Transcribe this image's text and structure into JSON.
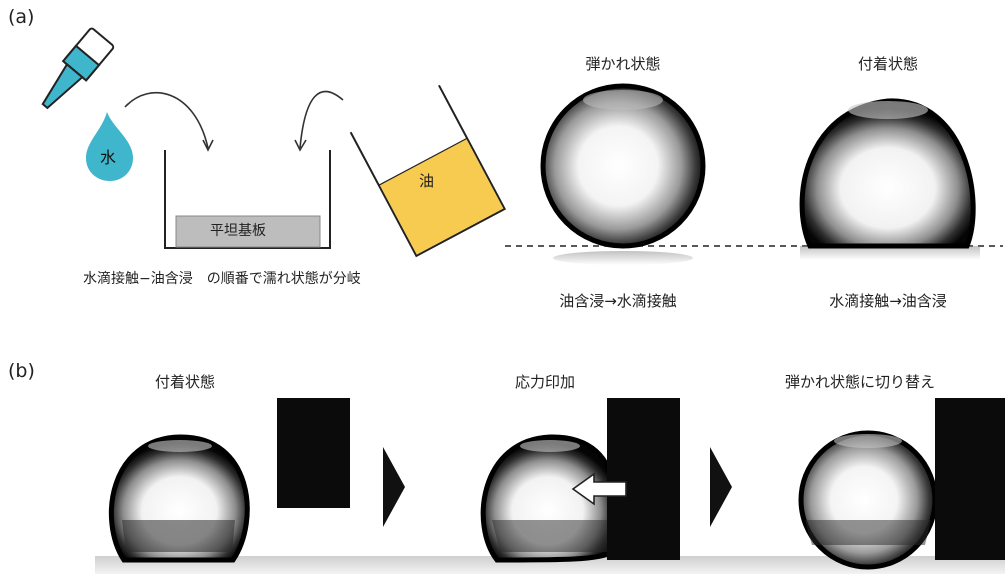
{
  "panel_a": {
    "label": "(a)",
    "water_label": "水",
    "oil_label": "油",
    "substrate_label": "平坦基板",
    "sequence_caption": "水滴接触−油含浸　の順番で濡れ状態が分岐",
    "repelled_title": "弾かれ状態",
    "adhered_title": "付着状態",
    "repelled_order": "油含浸→水滴接触",
    "adhered_order": "水滴接触→油含浸"
  },
  "panel_b": {
    "label": "(b)",
    "step1_title": "付着状態",
    "step2_title": "応力印加",
    "step3_title": "弾かれ状態に切り替え"
  },
  "colors": {
    "water": "#3FB6CB",
    "oil": "#F6CB4F",
    "substrate": "#BDBDBD",
    "droplet_dark": "#111111"
  }
}
